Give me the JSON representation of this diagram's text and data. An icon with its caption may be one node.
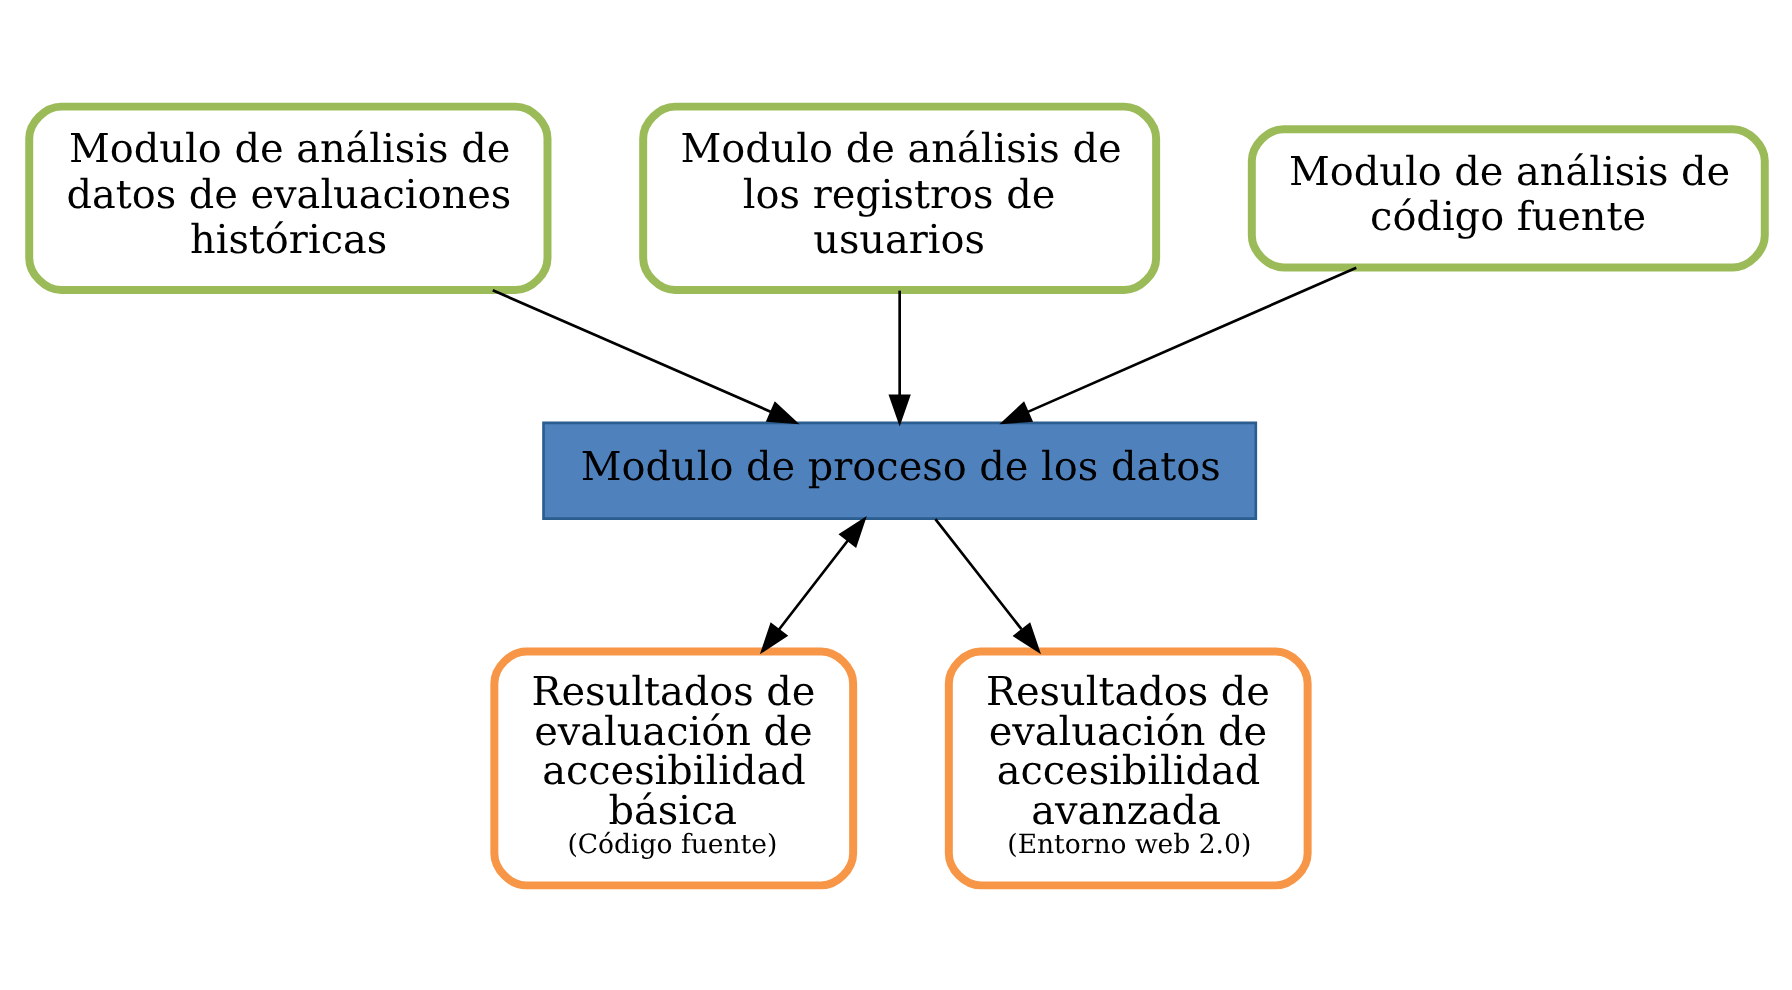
{
  "diagram": {
    "nodes": [
      {
        "text": [
          "Modulo de análisis de datos de evaluaciones históricas"
        ]
      },
      {
        "text": [
          "Modulo de análisis de los registros de usuarios"
        ]
      },
      {
        "text": [
          "Modulo de análisis de código fuente"
        ]
      },
      {
        "text": [
          "Modulo de proceso de los datos"
        ]
      },
      {
        "text": [
          "Resultados de evaluación de accesibilidad básica",
          "(Código fuente)"
        ]
      },
      {
        "text": [
          "Resultados de evaluación de accesibilidad avanzada",
          "(Entorno web 2.0)"
        ]
      }
    ],
    "edges": [
      {
        "from": 0,
        "to": 3,
        "arrow": "to"
      },
      {
        "from": 1,
        "to": 3,
        "arrow": "to"
      },
      {
        "from": 2,
        "to": 3,
        "arrow": "to"
      },
      {
        "from": 3,
        "to": 4,
        "arrow": "both"
      },
      {
        "from": 3,
        "to": 5,
        "arrow": "to"
      }
    ]
  }
}
